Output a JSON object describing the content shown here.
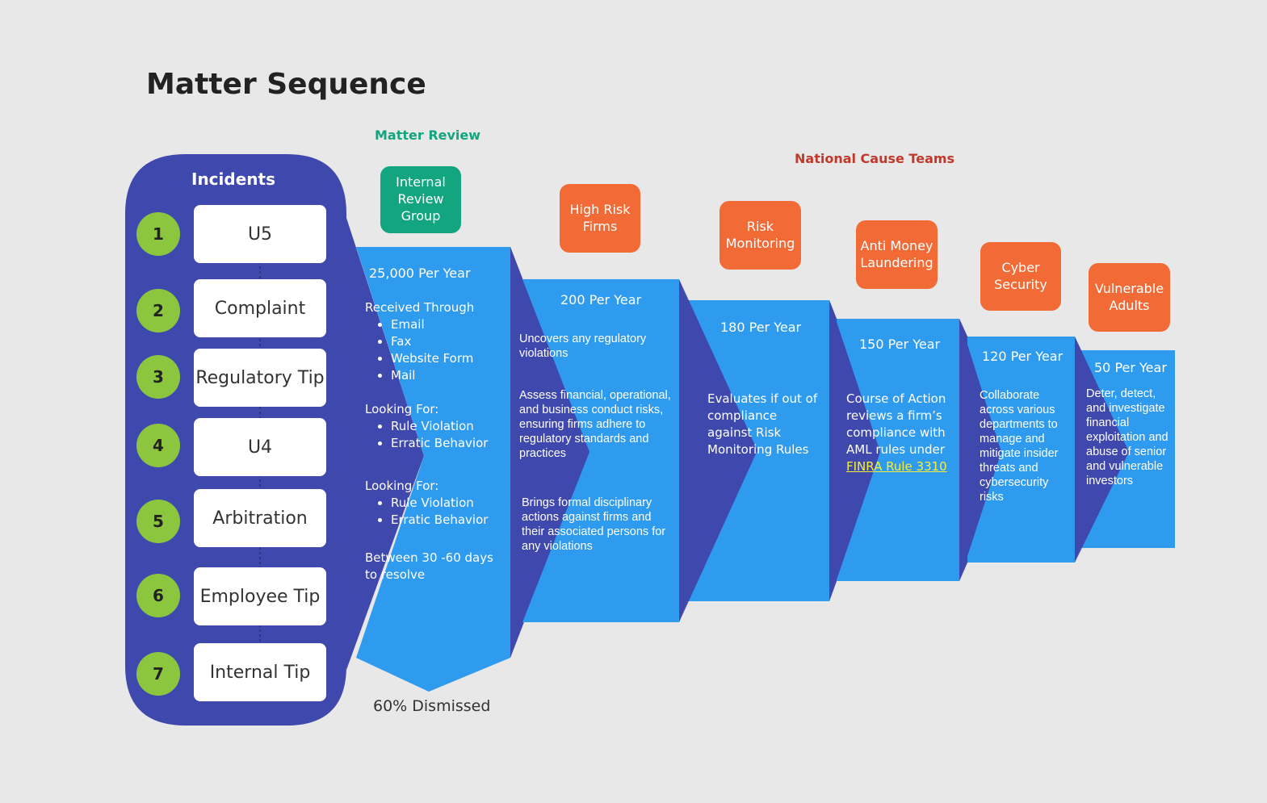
{
  "title": "Matter Sequence",
  "sections": {
    "matter_review": "Matter Review",
    "national_cause": "National Cause Teams"
  },
  "colors": {
    "background": "#e8e8e8",
    "panel": "#3f48ad",
    "stage": "#2e9bef",
    "team": "#f26a35",
    "review": "#13a57f",
    "badge": "#8cc63f",
    "link": "#f7ef3a"
  },
  "incidents": {
    "title": "Incidents",
    "items": [
      {
        "num": "1",
        "label": "U5"
      },
      {
        "num": "2",
        "label": "Complaint"
      },
      {
        "num": "3",
        "label": "Regulatory Tip"
      },
      {
        "num": "4",
        "label": "U4"
      },
      {
        "num": "5",
        "label": "Arbitration"
      },
      {
        "num": "6",
        "label": "Employee Tip"
      },
      {
        "num": "7",
        "label": "Internal Tip"
      }
    ]
  },
  "review": {
    "team": "Internal Review Group",
    "rate": "25,000 Per Year",
    "received_heading": "Received Through",
    "received": [
      "Email",
      "Fax",
      "Website Form",
      "Mail"
    ],
    "looking_heading_1": "Looking For:",
    "looking_1": [
      "Rule Violation",
      "Erratic Behavior"
    ],
    "looking_heading_2": "Looking For:",
    "looking_2": [
      "Rule Violation",
      "Erratic Behavior"
    ],
    "resolve": "Between 30 -60 days to resolve",
    "dismissed": "60% Dismissed"
  },
  "stages": [
    {
      "team": "High Risk Firms",
      "rate": "200 Per Year",
      "text_1": "Uncovers any regulatory violations",
      "text_2": "Assess financial, operational, and business conduct risks, ensuring firms adhere to regulatory standards and practices",
      "text_3": "Brings formal disciplinary actions against firms and their associated persons for any violations"
    },
    {
      "team": "Risk Monitoring",
      "rate": "180 Per Year",
      "text_1": "Evaluates if out of compliance against Risk Monitoring Rules"
    },
    {
      "team": "Anti Money Laundering",
      "rate": "150 Per Year",
      "text_1": "Course of Action reviews a firm’s compliance with AML rules under",
      "link": "FINRA Rule 3310"
    },
    {
      "team": "Cyber Security",
      "rate": "120 Per Year",
      "text_1": "Collaborate across various departments to manage and mitigate insider threats and cybersecurity risks"
    },
    {
      "team": "Vulnerable Adults",
      "rate": "50 Per Year",
      "text_1": "Deter, detect, and investigate financial exploitation and abuse of senior and vulnerable investors"
    }
  ]
}
